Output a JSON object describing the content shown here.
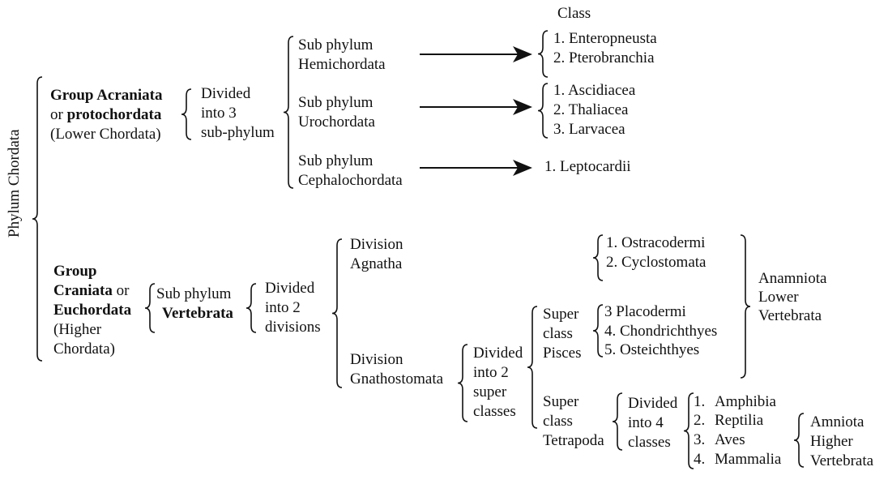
{
  "title": "Phylum Chordata",
  "class_heading": "Class",
  "acraniata": {
    "group_label": "Group Acraniata",
    "or": "or",
    "alt_name": "protochordata",
    "note": "(Lower Chordata)",
    "divided": [
      "Divided",
      "into 3",
      "sub-phylum"
    ],
    "subphyla": [
      {
        "line1": "Sub phylum",
        "line2": "Hemichordata",
        "classes": [
          "1. Enteropneusta",
          "2. Pterobranchia"
        ]
      },
      {
        "line1": "Sub phylum",
        "line2": "Urochordata",
        "classes": [
          "1. Ascidiacea",
          "2. Thaliacea",
          "3. Larvacea"
        ]
      },
      {
        "line1": "Sub phylum",
        "line2": "Cephalochordata",
        "classes": [
          "1. Leptocardii"
        ]
      }
    ]
  },
  "craniata": {
    "group": "Group",
    "name": "Craniata",
    "or": "or",
    "alt_name": "Euchordata",
    "note1": "(Higher",
    "note2": "Chordata)",
    "subphylum": [
      "Sub phylum",
      "Vertebrata"
    ],
    "divided": [
      "Divided",
      "into 2",
      "divisions"
    ],
    "agnatha": [
      "Division",
      "Agnatha"
    ],
    "agnatha_classes": [
      "1. Ostracodermi",
      "2. Cyclostomata"
    ],
    "gnathostomata": [
      "Division",
      "Gnathostomata"
    ],
    "gnatho_divided": [
      "Divided",
      "into 2",
      "super",
      "classes"
    ],
    "pisces": [
      "Super",
      "class",
      "Pisces"
    ],
    "pisces_classes": [
      "3 Placodermi",
      "4. Chondrichthyes",
      "5. Osteichthyes"
    ],
    "anamniota": [
      "Anamniota",
      "Lower",
      "Vertebrata"
    ],
    "tetrapoda": [
      "Super",
      "class",
      "Tetrapoda"
    ],
    "tetra_divided": [
      "Divided",
      "into 4",
      "classes"
    ],
    "tetra_classes": [
      {
        "num": "1.",
        "name": "Amphibia"
      },
      {
        "num": "2.",
        "name": "Reptilia"
      },
      {
        "num": "3.",
        "name": "Aves"
      },
      {
        "num": "4.",
        "name": "Mammalia"
      }
    ],
    "amniota": [
      "Amniota",
      "Higher",
      "Vertebrata"
    ]
  }
}
